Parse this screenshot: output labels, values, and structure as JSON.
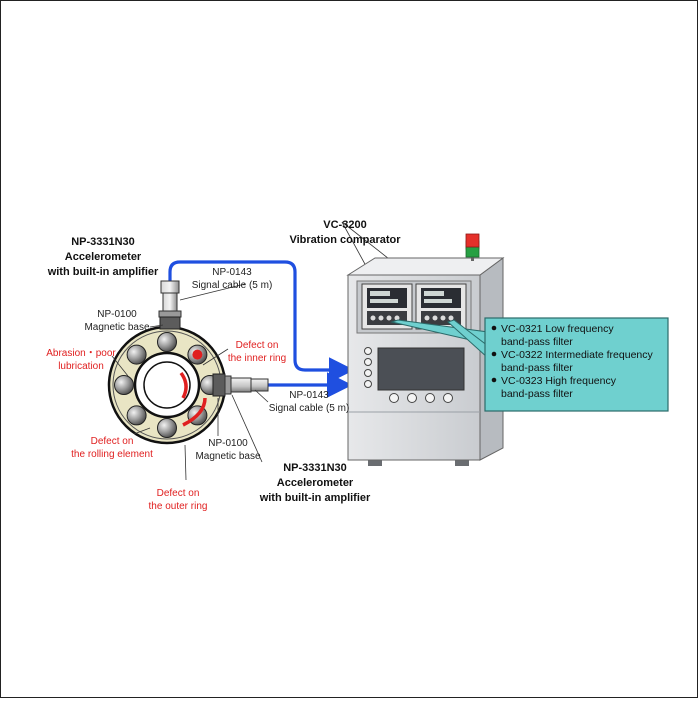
{
  "colors": {
    "cable": "#1f4fe0",
    "defect": "#e02020",
    "cabinet": "#d7d9dc",
    "cabinet_dark": "#a9adb2",
    "callout": "#6fd0cf",
    "light_red": "#e5302a",
    "light_green": "#27a043"
  },
  "labels": {
    "sensor_top": {
      "model": "NP-3331N30",
      "line1": "Accelerometer",
      "line2": "with built-in amplifier"
    },
    "sensor_right": {
      "model": "NP-3331N30",
      "line1": "Accelerometer",
      "line2": "with built-in amplifier"
    },
    "base_top": {
      "model": "NP-0100",
      "desc": "Magnetic base"
    },
    "base_right": {
      "model": "NP-0100",
      "desc": "Magnetic base"
    },
    "cable_top": {
      "model": "NP-0143",
      "desc": "Signal cable (5 m)"
    },
    "cable_right": {
      "model": "NP-0143",
      "desc": "Signal cable (5 m)"
    },
    "comparator": {
      "model": "VC-3200",
      "desc": "Vibration comparator"
    }
  },
  "defects": {
    "abrasion": {
      "line1": "Abrasion・poor",
      "line2": "lubrication"
    },
    "inner": {
      "line1": "Defect on",
      "line2": "the inner ring"
    },
    "rolling": {
      "line1": "Defect on",
      "line2": "the rolling element"
    },
    "outer": {
      "line1": "Defect on",
      "line2": "the outer ring"
    }
  },
  "filters": [
    {
      "line1": "VC-0321 Low frequency",
      "line2": "band-pass filter"
    },
    {
      "line1": "VC-0322 Intermediate frequency",
      "line2": "band-pass filter"
    },
    {
      "line1": "VC-0323 High frequency",
      "line2": "band-pass filter"
    }
  ],
  "icons": [
    "bearing-icon",
    "accelerometer-icon",
    "magnetic-base-icon",
    "cabinet-icon",
    "signal-tower-icon",
    "bullet-icon"
  ]
}
